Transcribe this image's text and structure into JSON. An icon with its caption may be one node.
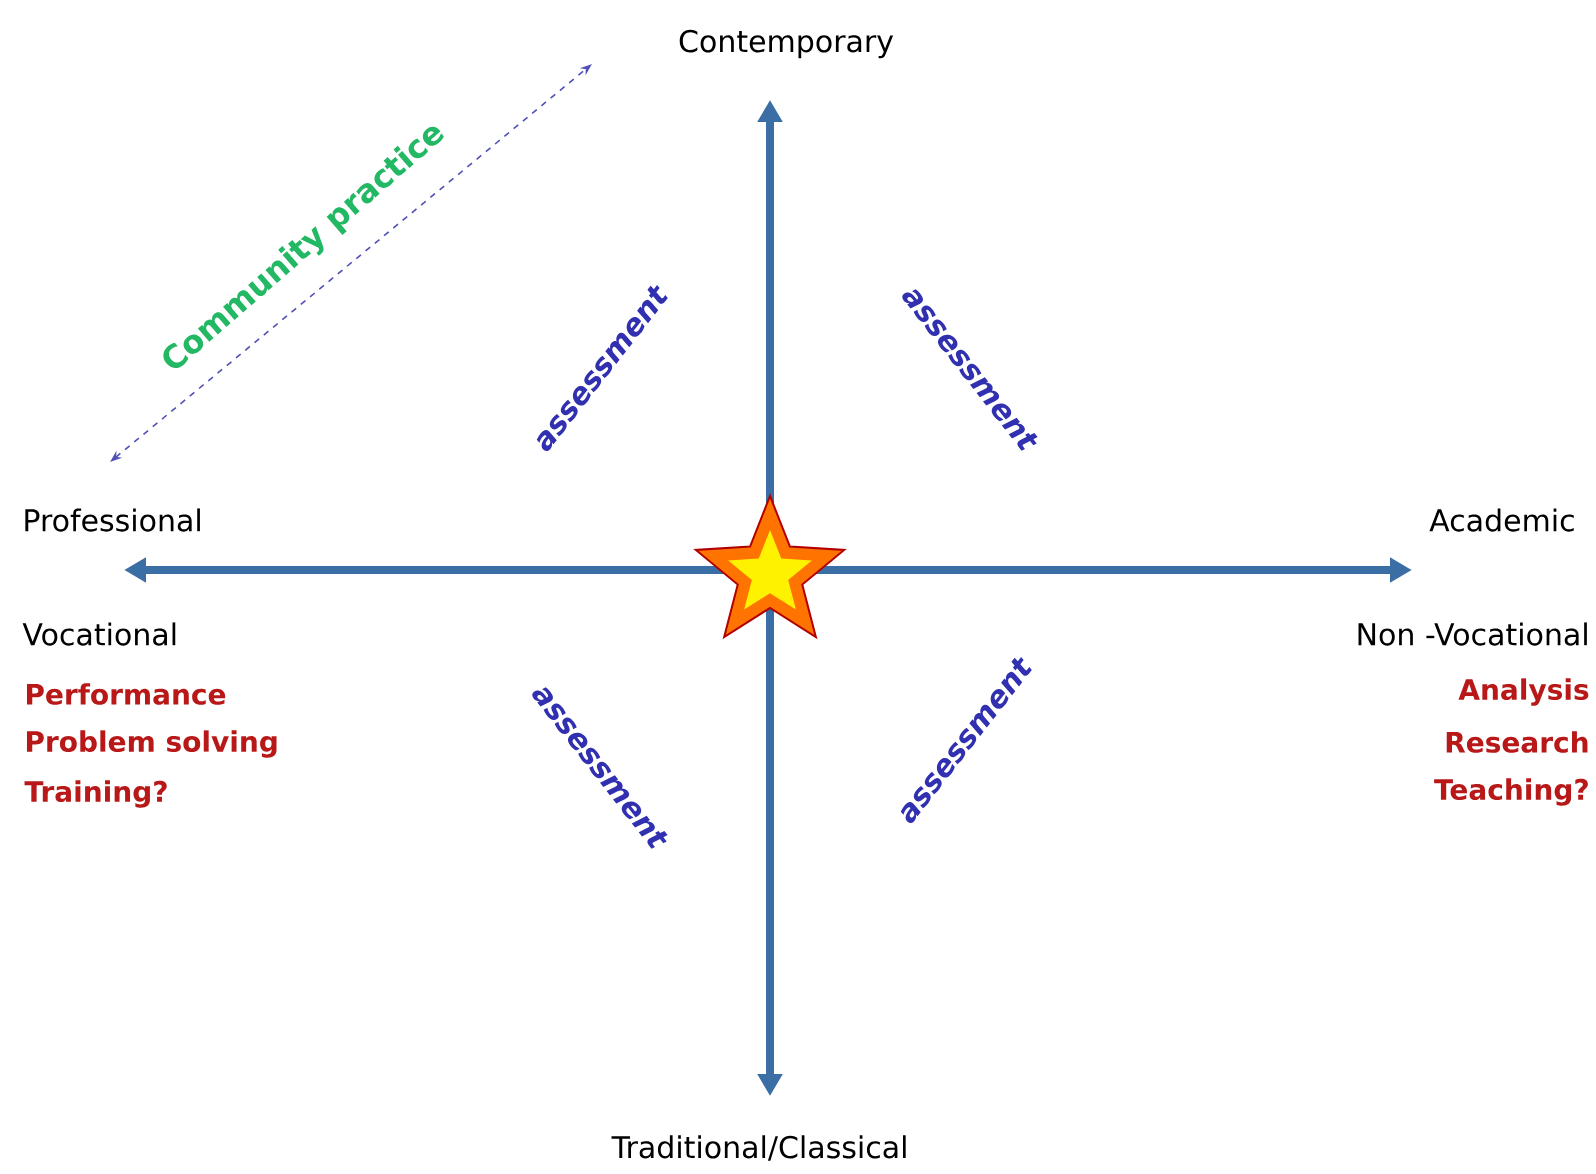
{
  "diagram": {
    "labels": [
      "Contemporary",
      "Community practice",
      "assessment",
      "assessment",
      "Professional",
      "Academic",
      "Vocational",
      "Non -Vocational",
      "Performance",
      "Analysis",
      "Problem solving",
      "Research",
      "Training?",
      "Teaching?",
      "assessment",
      "assessment",
      "Traditional/Classical"
    ]
  }
}
